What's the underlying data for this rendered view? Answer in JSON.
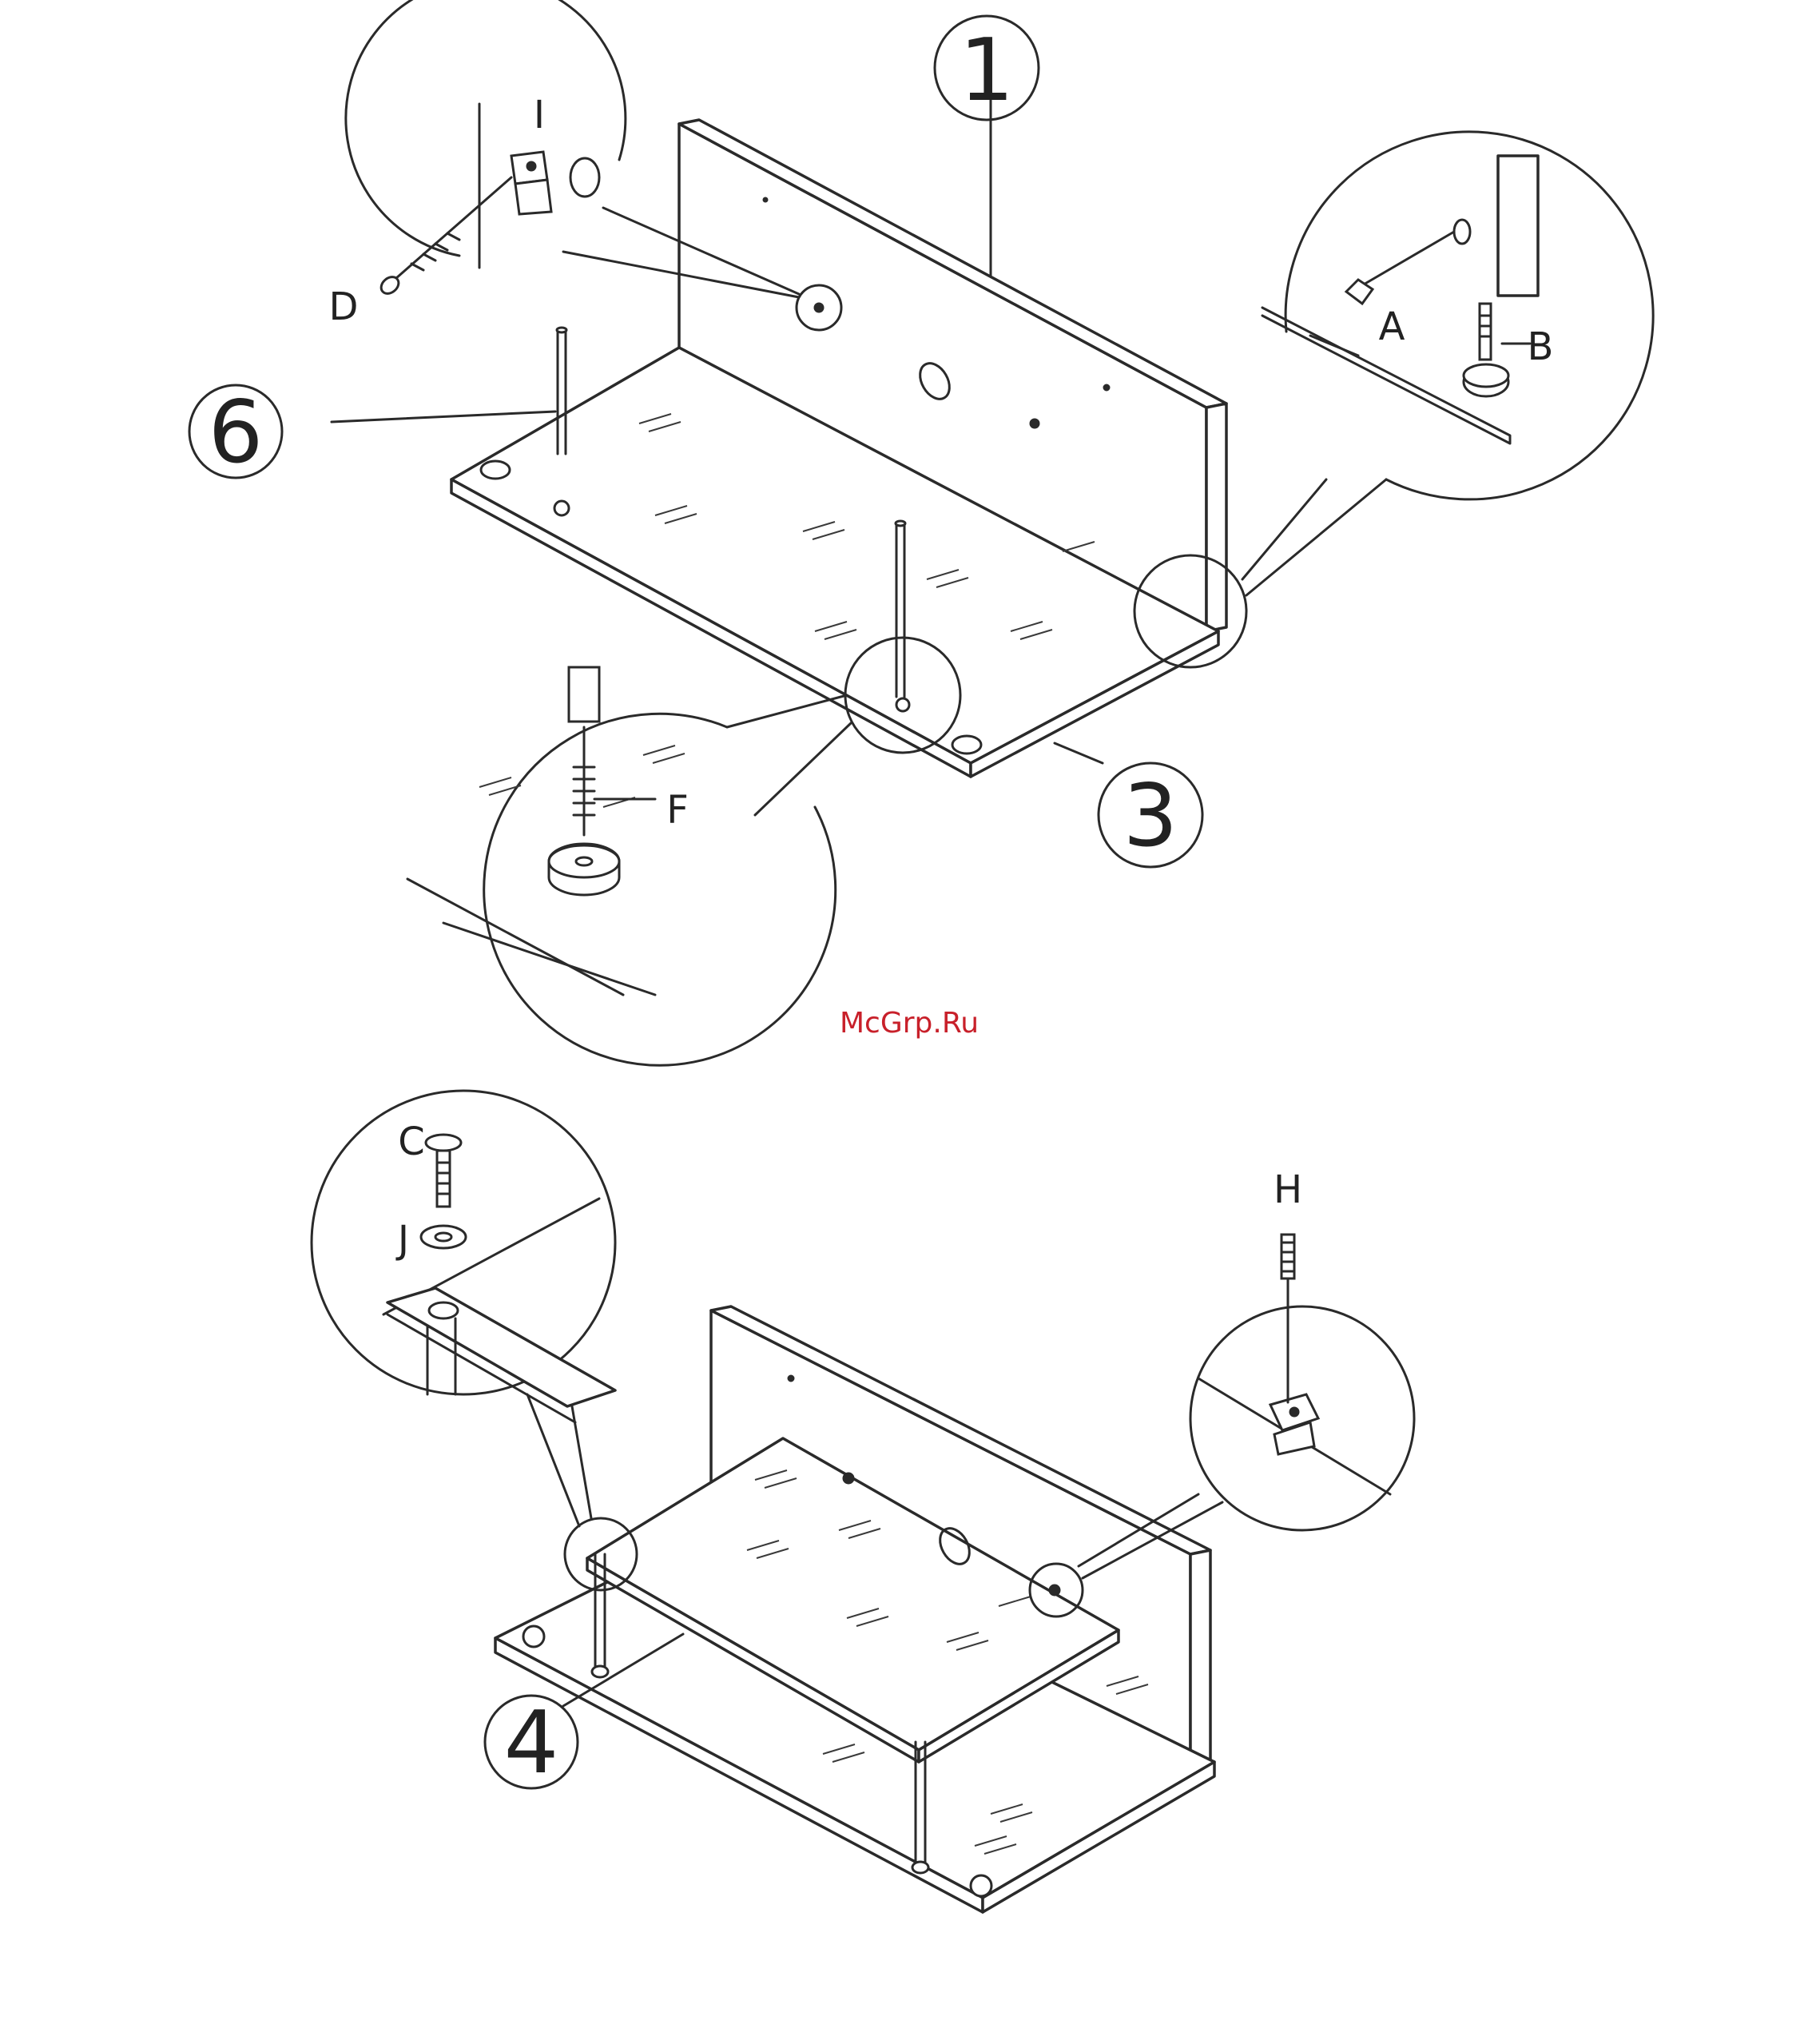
{
  "watermark": "McGrp.Ru",
  "step1": {
    "part_numbers": [
      "1",
      "6",
      "3"
    ],
    "hardware_labels": [
      "I",
      "D",
      "A",
      "B",
      "F"
    ]
  },
  "step2": {
    "part_numbers": [
      "4"
    ],
    "hardware_labels": [
      "C",
      "J",
      "H"
    ]
  },
  "colors": {
    "line": "#2a2a2a",
    "watermark": "#c8202a",
    "background": "#ffffff"
  }
}
